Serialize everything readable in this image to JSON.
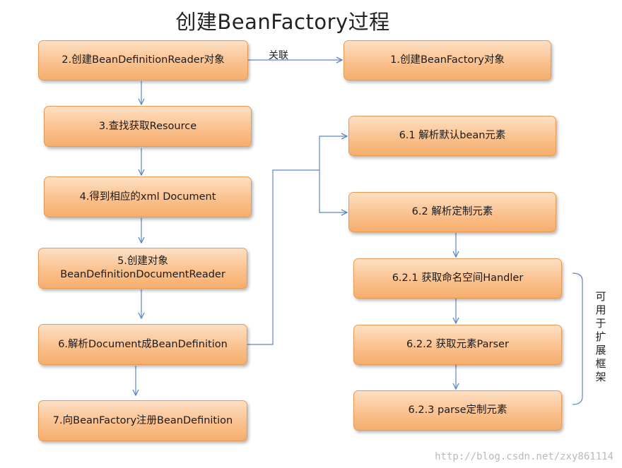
{
  "title": "创建BeanFactory过程",
  "boxes": {
    "step1": "1.创建BeanFactory对象",
    "step2": "2.创建BeanDefinitionReader对象",
    "step3": "3.查找获取Resource",
    "step4": "4.得到相应的xml Document",
    "step5_line1": "5.创建对象",
    "step5_line2": "BeanDefinitionDocumentReader",
    "step6": "6.解析Document成BeanDefinition",
    "step7": "7.向BeanFactory注册BeanDefinition",
    "step6_1": "6.1 解析默认bean元素",
    "step6_2": "6.2 解析定制元素",
    "step6_2_1": "6.2.1 获取命名空间Handler",
    "step6_2_2": "6.2.2 获取元素Parser",
    "step6_2_3": "6.2.3 parse定制元素"
  },
  "relation_label": "关联",
  "side_note": "可用于扩展框架",
  "watermark": "http://blog.csdn.net/zxy861114",
  "colors": {
    "box_fill": "#fbc18e",
    "box_border": "#e89a55",
    "connector": "#5b86c4"
  }
}
